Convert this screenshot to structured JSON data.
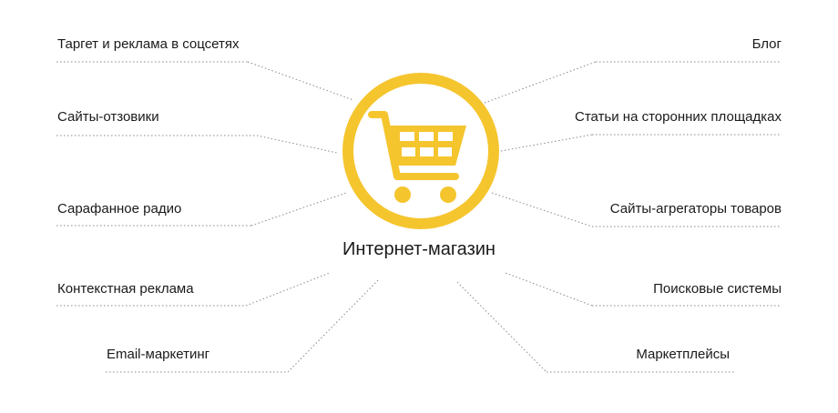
{
  "diagram": {
    "center_label": "Интернет-магазин",
    "icon": "shopping-cart-icon",
    "accent_color": "#F5C52E",
    "line_color": "#8a8a8a",
    "left_items": [
      "Таргет и реклама в соцсетях",
      "Сайты-отзовики",
      "Сарафанное радио",
      "Контекстная реклама",
      "Email-маркетинг"
    ],
    "right_items": [
      "Блог",
      "Статьи на сторонних площадках",
      "Сайты-агрегаторы товаров",
      "Поисковые системы",
      "Маркетплейсы"
    ]
  }
}
